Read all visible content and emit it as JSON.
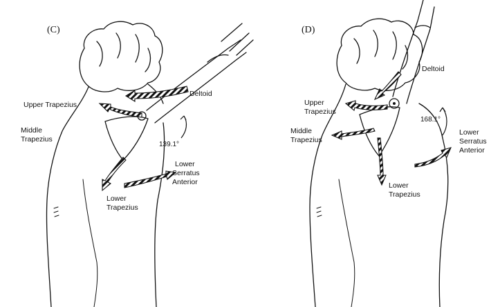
{
  "panels": [
    {
      "id": "(C)",
      "labels": {
        "upper_trapezius": "Upper Trapezius",
        "middle_trapezius_1": "Middle",
        "middle_trapezius_2": "Trapezius",
        "deltoid": "Deltoid",
        "angle": "139.1°",
        "lower_serratus_1": "Lower",
        "lower_serratus_2": "Serratus",
        "lower_serratus_3": "Anterior",
        "lower_trapezius_1": "Lower",
        "lower_trapezius_2": "Trapezius"
      }
    },
    {
      "id": "(D)",
      "labels": {
        "upper_trapezius_1": "Upper",
        "upper_trapezius_2": "Trapezius",
        "middle_trapezius_1": "Middle",
        "middle_trapezius_2": "Trapezius",
        "deltoid": "Deltoid",
        "angle": "168.1°",
        "lower_serratus_1": "Lower",
        "lower_serratus_2": "Serratus",
        "lower_serratus_3": "Anterior",
        "lower_trapezius_1": "Lower",
        "lower_trapezius_2": "Trapezius"
      }
    }
  ],
  "colors": {
    "ink": "#111111",
    "background": "#ffffff"
  }
}
